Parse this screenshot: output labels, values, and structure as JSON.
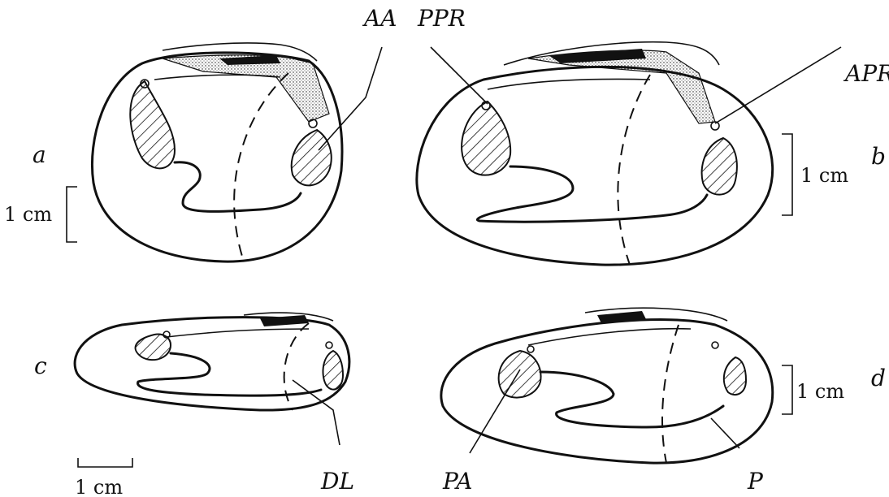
{
  "panels": {
    "a": "a",
    "b": "b",
    "c": "c",
    "d": "d"
  },
  "labels": {
    "aa": "AA",
    "ppr": "PPR",
    "apr": "APR",
    "dl": "DL",
    "pa": "PA",
    "p": "P"
  },
  "scale_bars": {
    "a": "1 cm",
    "b": "1 cm",
    "c": "1 cm",
    "d": "1 cm"
  }
}
